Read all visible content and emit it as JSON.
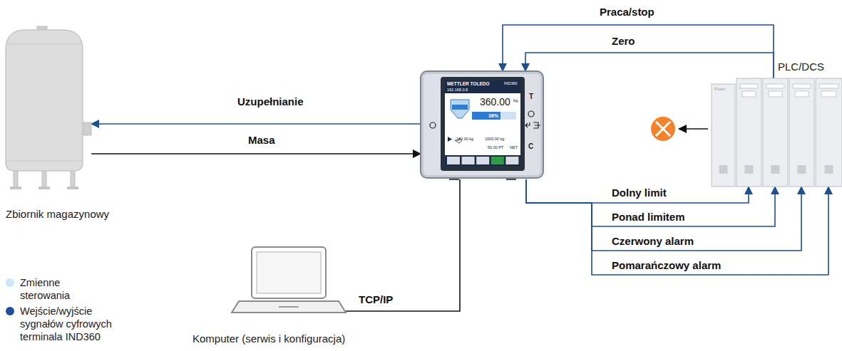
{
  "diagram": {
    "nodes": [
      {
        "text": [
          "Zbiornik magazynowy"
        ]
      },
      {
        "text": [
          "METTLER TOLEDO",
          "IND360",
          "192.168.0.8",
          "360.00",
          "kg",
          "36%",
          "100.00 kg",
          "1000.00 kg",
          "50.00 PT",
          "NET",
          "T",
          "C"
        ]
      },
      {
        "text": [
          "PLC/DCS",
          "Power"
        ]
      },
      {
        "text": [
          "Komputer (serwis i konfiguracja)"
        ]
      }
    ],
    "edges": [
      {
        "from": 1,
        "to": 0,
        "label": "Uzupełnianie",
        "arrow": "to"
      },
      {
        "from": 0,
        "to": 1,
        "label": "Masa",
        "arrow": "to"
      },
      {
        "from": 2,
        "to": 1,
        "label": "Praca/stop",
        "arrow": "to"
      },
      {
        "from": 2,
        "to": 1,
        "label": "Zero",
        "arrow": "to"
      },
      {
        "from": 1,
        "to": 2,
        "label": "Dolny limit",
        "arrow": "to"
      },
      {
        "from": 1,
        "to": 2,
        "label": "Ponad limitem",
        "arrow": "to"
      },
      {
        "from": 1,
        "to": 2,
        "label": "Czerwony alarm",
        "arrow": "to"
      },
      {
        "from": 1,
        "to": 2,
        "label": "Pomarańczowy alarm",
        "arrow": "to"
      },
      {
        "from": 3,
        "to": 1,
        "label": "TCP/IP",
        "arrow": "none"
      }
    ],
    "legend": [
      {
        "text": "Zmienne sterowania",
        "color": "#cce7f7"
      },
      {
        "text": "Wejście/wyjście sygnałów cyfrowych terminala IND360",
        "color": "#1f4e9c"
      }
    ]
  }
}
